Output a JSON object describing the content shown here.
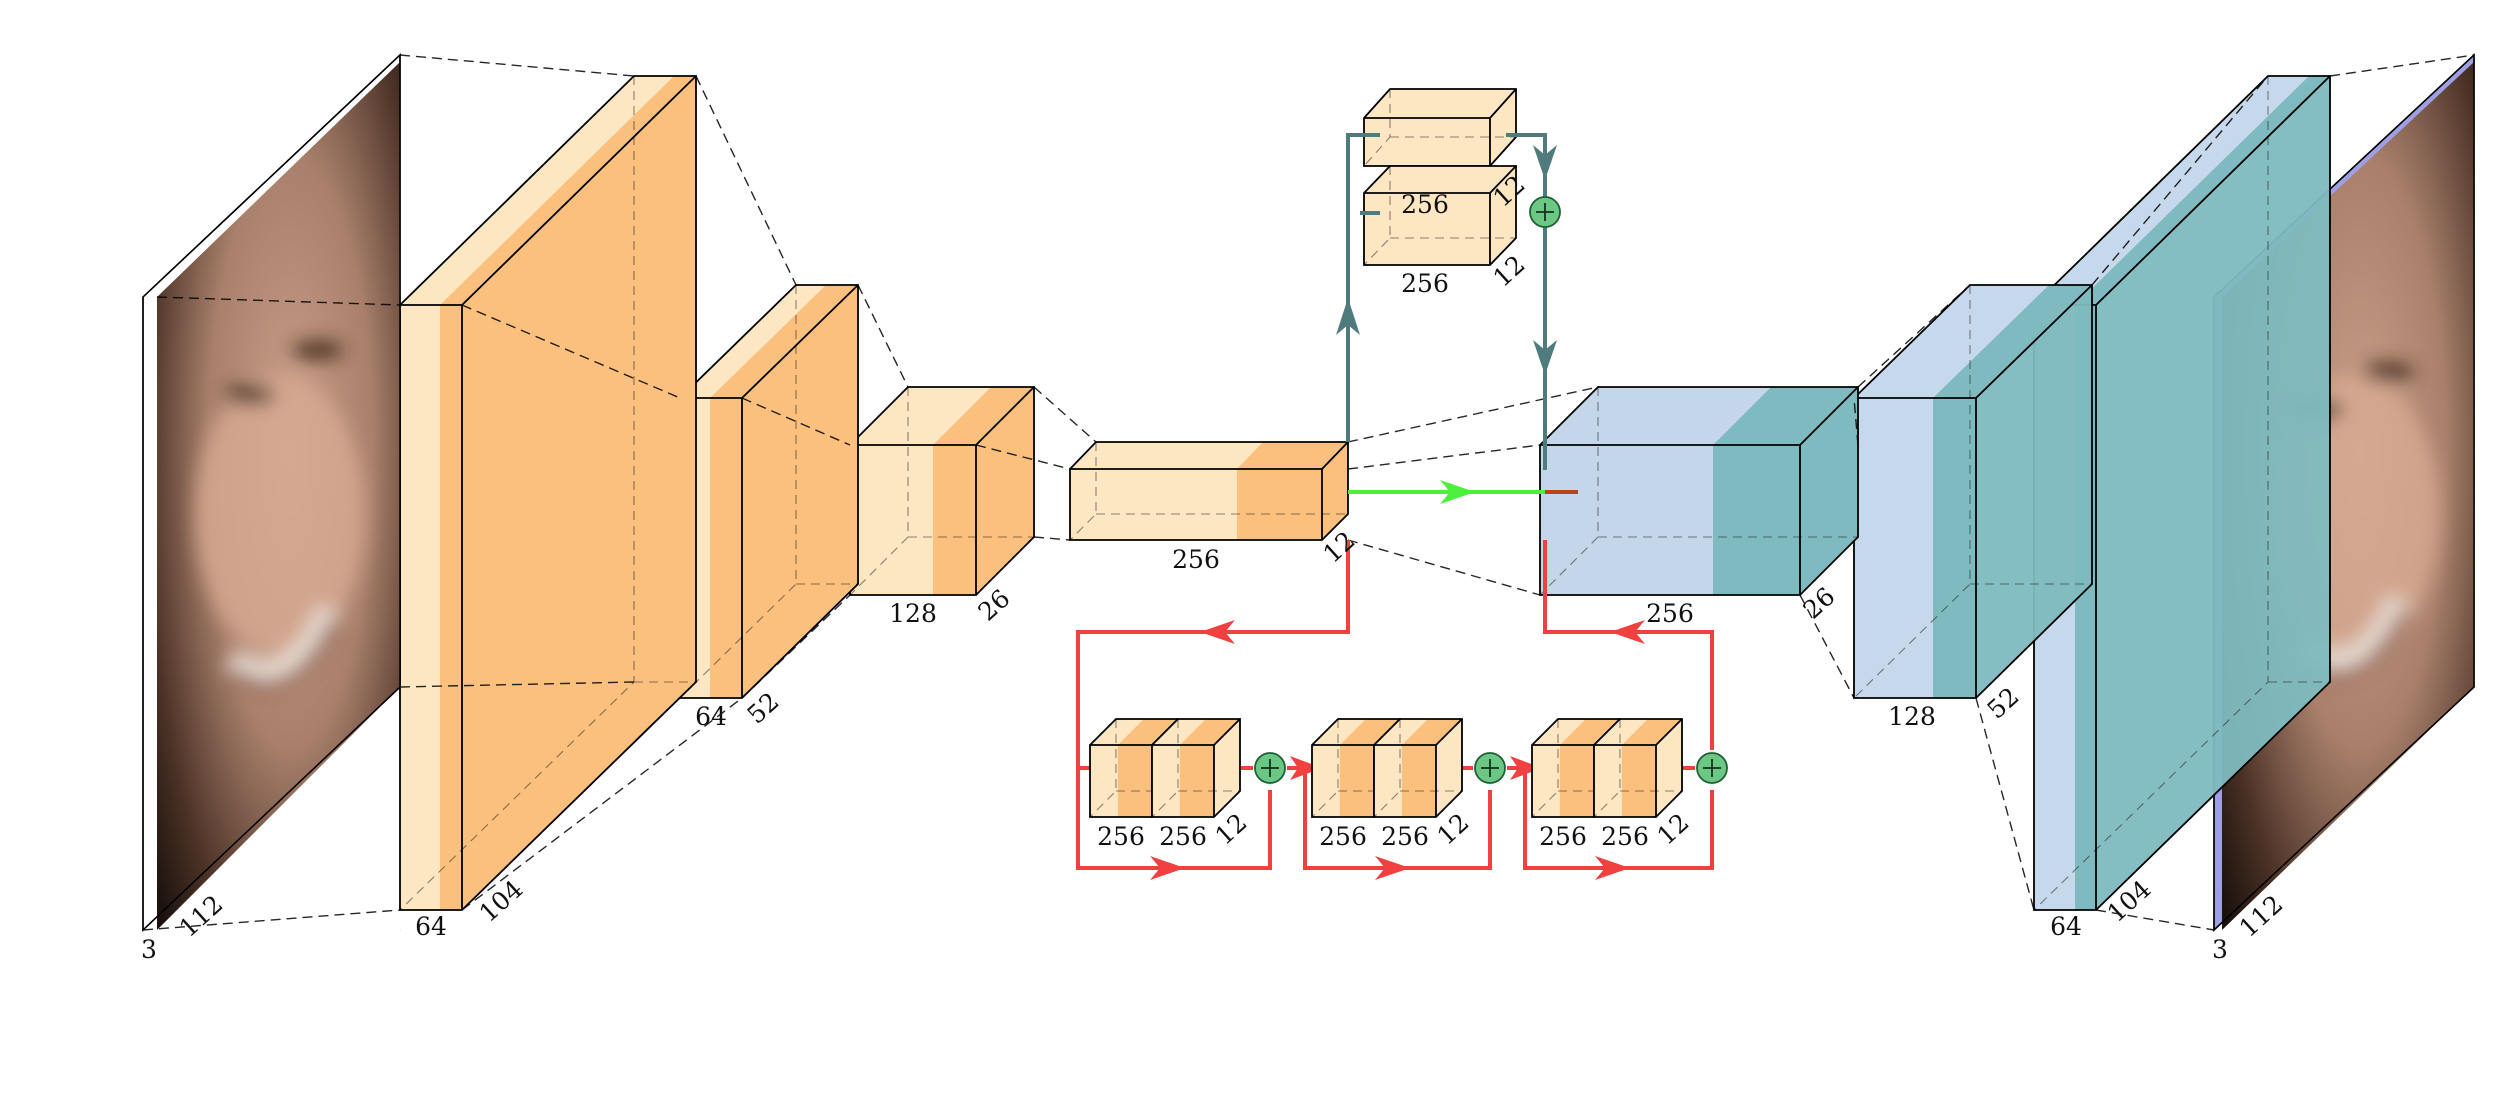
{
  "colors": {
    "enc_light": "#fde6c2",
    "enc_dark": "#fbc07e",
    "dec_light": "#c3d6ea",
    "dec_dark": "#7ebabf",
    "arrow_red": "#f04040",
    "arrow_teal": "#4f7b7c",
    "arrow_green": "#4cf03c",
    "sum_node": "#6cc785"
  },
  "icons": {
    "sum_node": "circle-plus-icon",
    "input_image": "face-photo-icon",
    "output_image": "face-photo-icon"
  },
  "encoder": {
    "input": {
      "depth": "3",
      "size": "112"
    },
    "conv1": {
      "depth": "64",
      "size": "104"
    },
    "conv2": {
      "depth": "64",
      "size": "52"
    },
    "conv3": {
      "depth": "128",
      "size": "26"
    },
    "bottleneck": {
      "depth": "256",
      "size": "12"
    }
  },
  "residual_blocks": [
    {
      "a": "256",
      "b": "256",
      "c": "12"
    },
    {
      "a": "256",
      "b": "256",
      "c": "12"
    },
    {
      "a": "256",
      "b": "256",
      "c": "12"
    }
  ],
  "attention": {
    "top": {
      "depth": "256",
      "size": "12"
    },
    "bottom": {
      "depth": "256",
      "size": "12"
    }
  },
  "decoder": {
    "deconv1": {
      "depth": "256",
      "size": "26"
    },
    "deconv2": {
      "depth": "128",
      "size": "52"
    },
    "deconv3": {
      "depth": "64",
      "size": "104"
    },
    "output": {
      "depth": "3",
      "size": "112"
    }
  }
}
